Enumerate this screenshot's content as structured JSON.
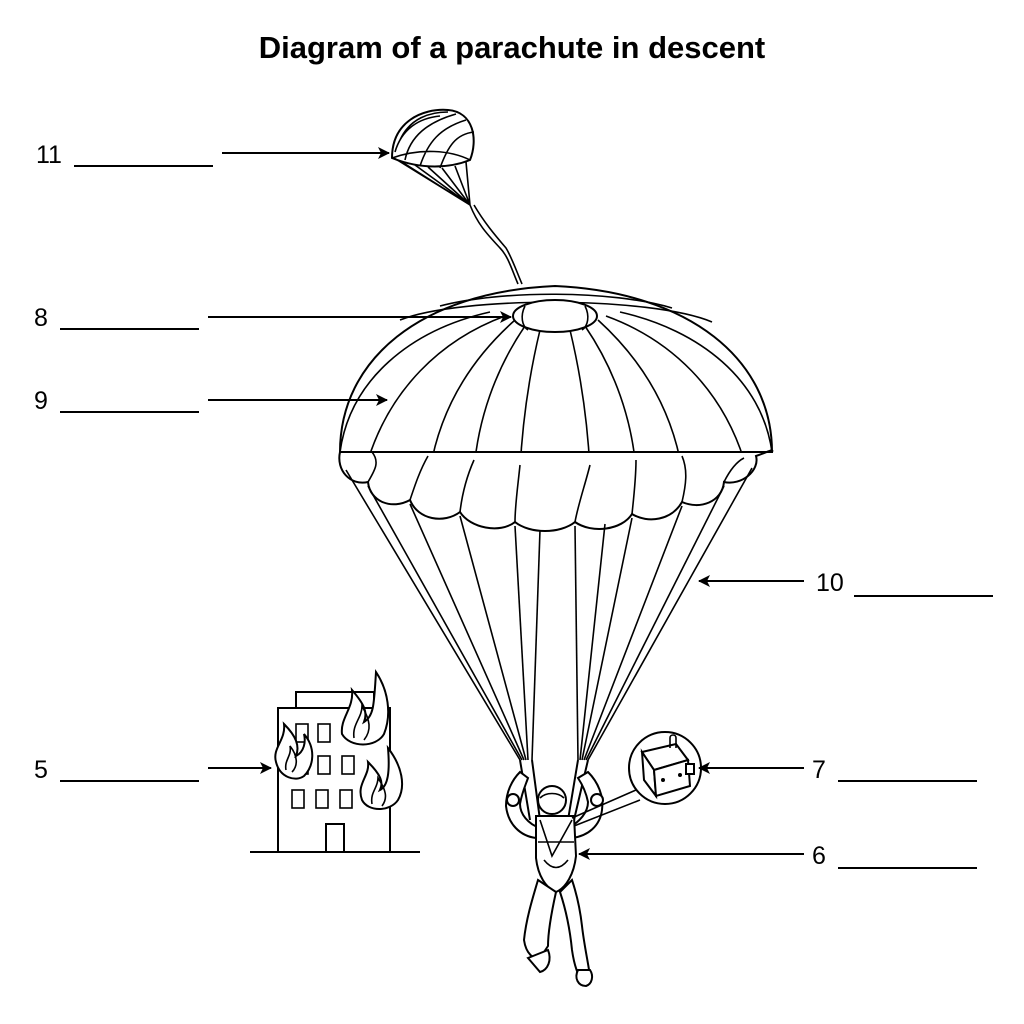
{
  "title": "Diagram of a parachute in descent",
  "labels": [
    {
      "id": "11",
      "text": "11",
      "blank": "__________"
    },
    {
      "id": "8",
      "text": "8",
      "blank": "__________"
    },
    {
      "id": "9",
      "text": "9",
      "blank": "__________"
    },
    {
      "id": "10",
      "text": "10",
      "blank": "__________"
    },
    {
      "id": "5",
      "text": "5",
      "blank": "__________"
    },
    {
      "id": "7",
      "text": "7",
      "blank": "__________"
    },
    {
      "id": "6",
      "text": "6",
      "blank": "__________"
    }
  ]
}
